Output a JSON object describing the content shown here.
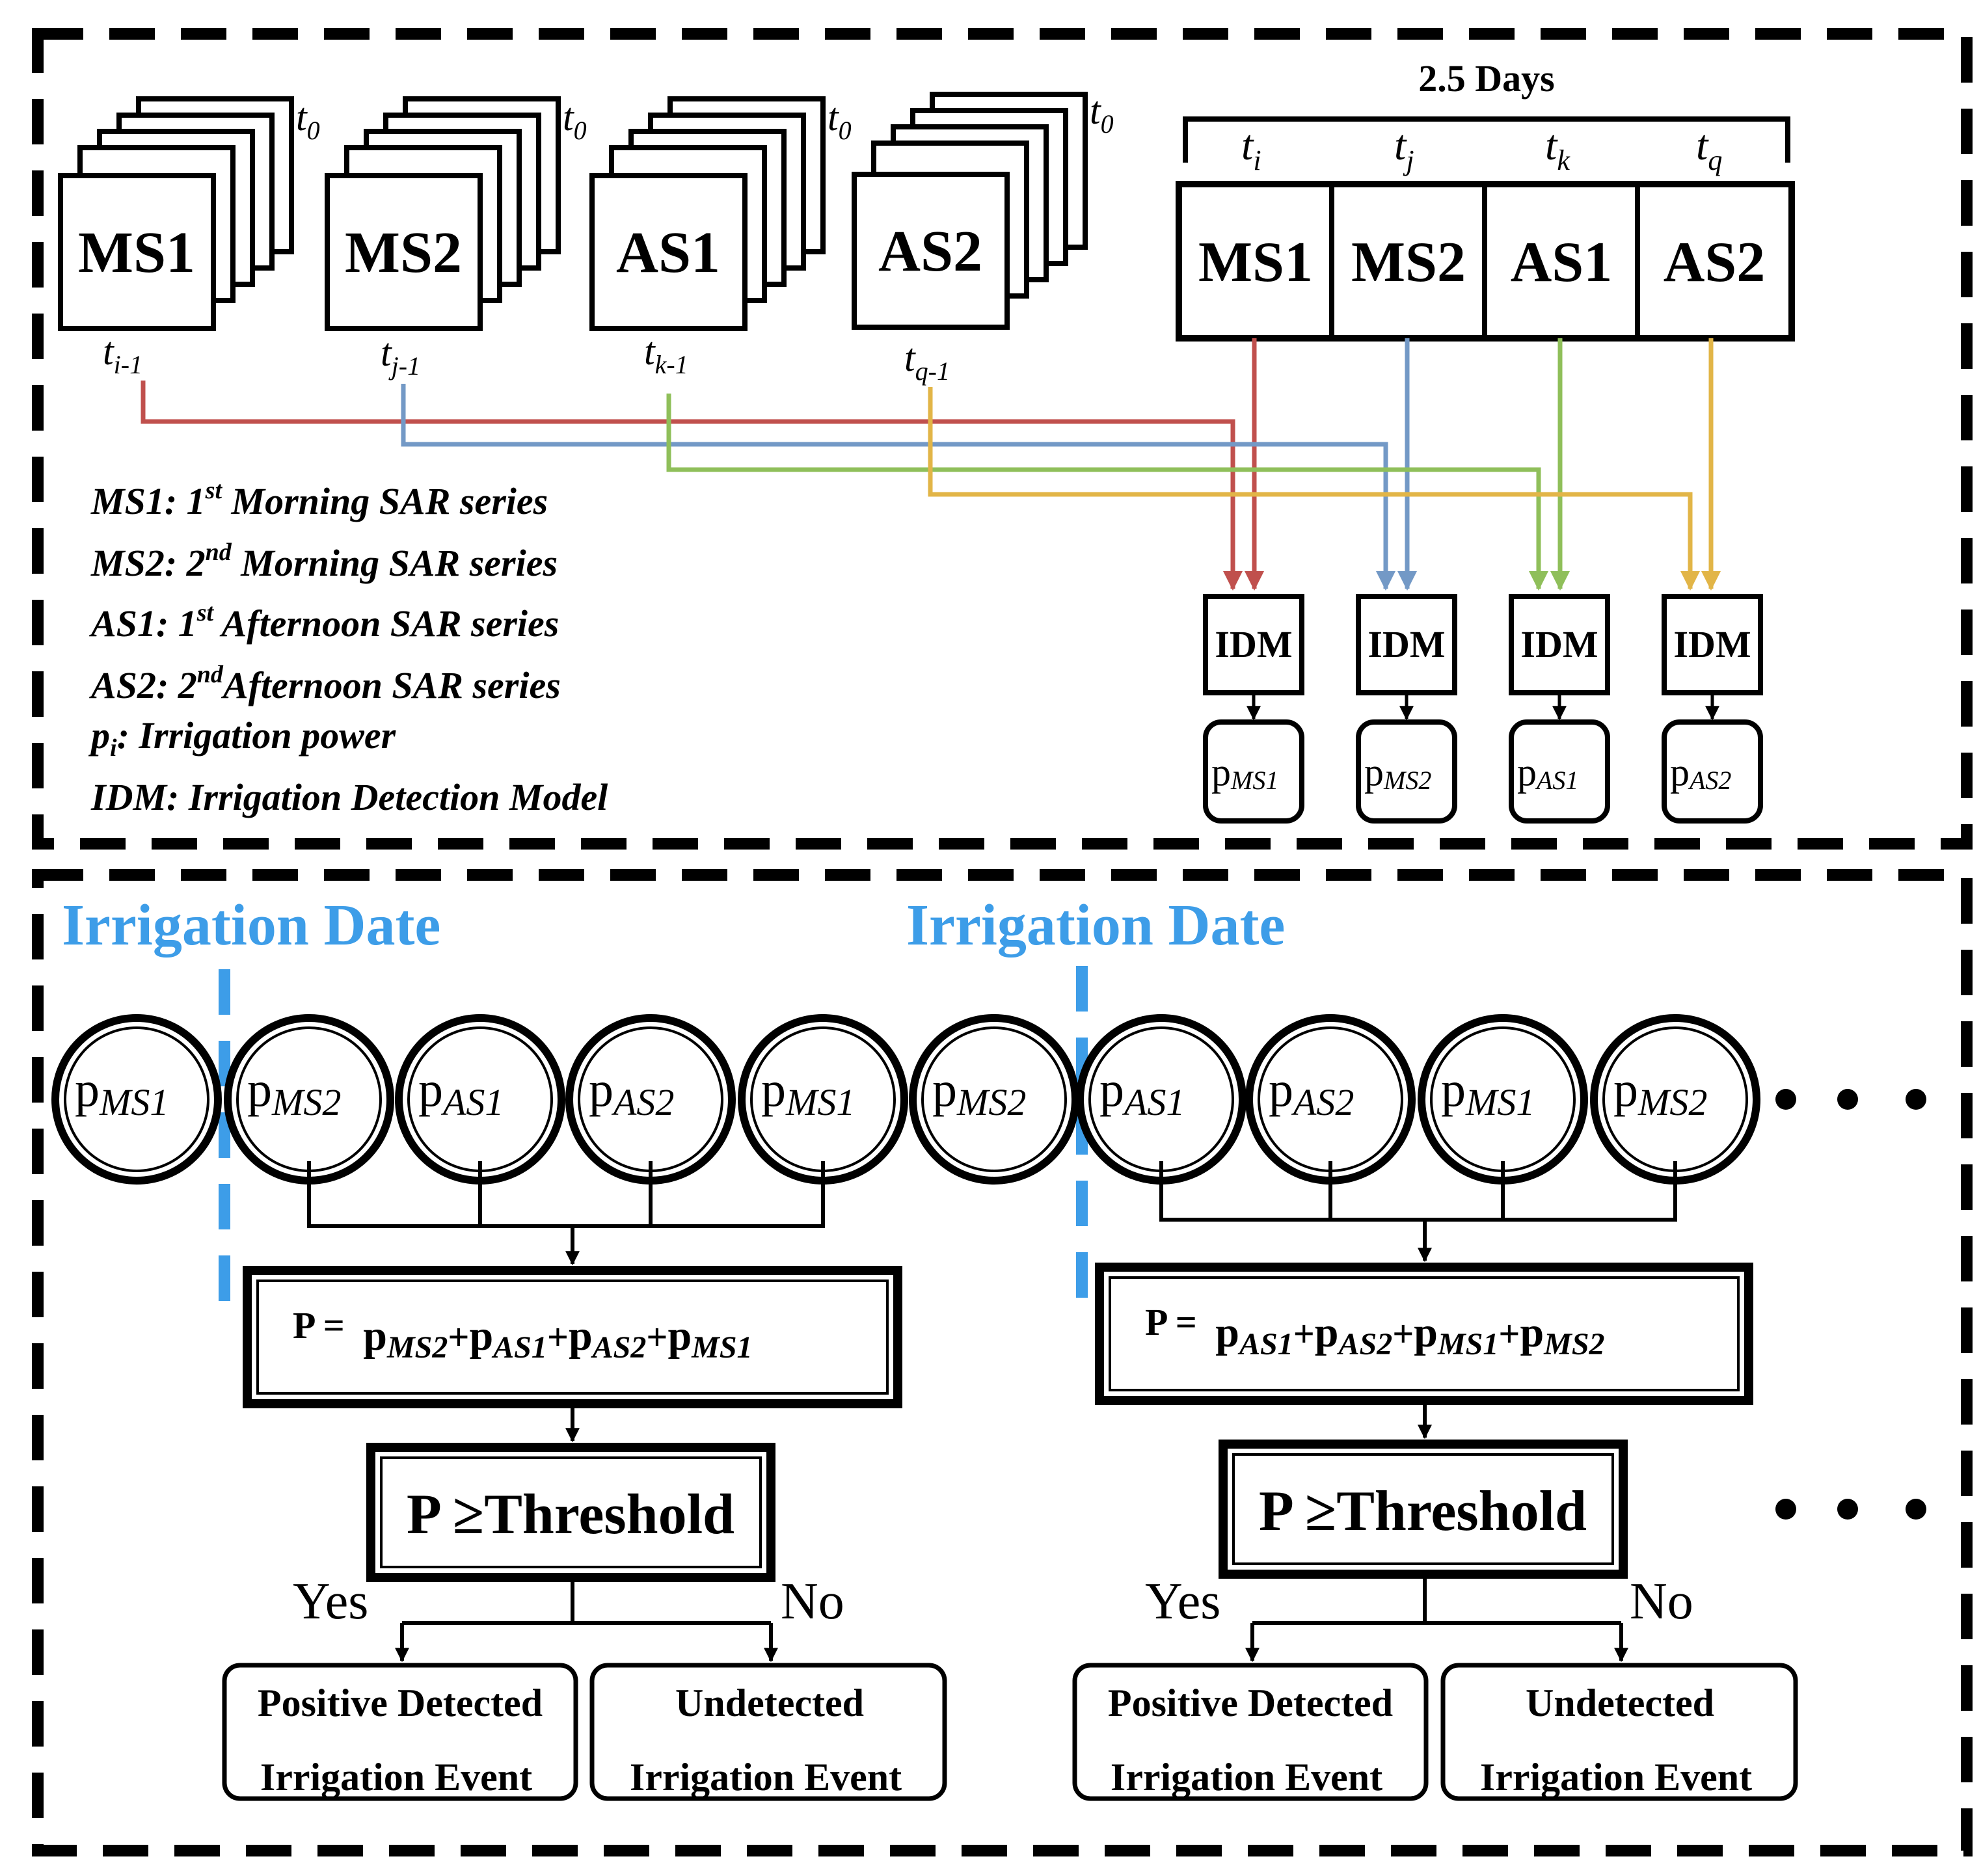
{
  "top": {
    "stacks": [
      {
        "label": "MS1",
        "t_top_base": "t",
        "t_top_sub": "0",
        "t_bottom_base": "t",
        "t_bottom_sub": "i-1"
      },
      {
        "label": "MS2",
        "t_top_base": "t",
        "t_top_sub": "0",
        "t_bottom_base": "t",
        "t_bottom_sub": "j-1"
      },
      {
        "label": "AS1",
        "t_top_base": "t",
        "t_top_sub": "0",
        "t_bottom_base": "t",
        "t_bottom_sub": "k-1"
      },
      {
        "label": "AS2",
        "t_top_base": "t",
        "t_top_sub": "0",
        "t_bottom_base": "t",
        "t_bottom_sub": "q-1"
      }
    ],
    "span_label": "2.5 Days",
    "timeline": [
      {
        "label": "MS1",
        "t_base": "t",
        "t_sub": "i"
      },
      {
        "label": "MS2",
        "t_base": "t",
        "t_sub": "j"
      },
      {
        "label": "AS1",
        "t_base": "t",
        "t_sub": "k"
      },
      {
        "label": "AS2",
        "t_base": "t",
        "t_sub": "q"
      }
    ],
    "idm_label": "IDM",
    "outputs": [
      {
        "base": "p",
        "sub": "MS1"
      },
      {
        "base": "p",
        "sub": "MS2"
      },
      {
        "base": "p",
        "sub": "AS1"
      },
      {
        "base": "p",
        "sub": "AS2"
      }
    ],
    "legend": [
      {
        "pre": "MS1:  1",
        "sup": "st",
        "post": " Morning SAR series"
      },
      {
        "pre": "MS2: 2",
        "sup": "nd",
        "post": " Morning SAR series"
      },
      {
        "pre": "AS1: 1",
        "sup": "st",
        "post": " Afternoon SAR series"
      },
      {
        "pre": "AS2: 2",
        "sup": "nd",
        "post": "Afternoon SAR series"
      },
      {
        "pre": "p",
        "sub": "i",
        "post": ": Irrigation power"
      },
      {
        "pre": "IDM: Irrigation Detection Model"
      }
    ],
    "colors": {
      "ms1": "#c0504d",
      "ms2": "#7399c6",
      "as1": "#8fbf5a",
      "as2": "#e2b547"
    }
  },
  "bottom": {
    "irrigation_date_label": "Irrigation Date",
    "irrigation_date_color": "#3d9de8",
    "circles": [
      {
        "base": "p",
        "sub": "MS1"
      },
      {
        "base": "p",
        "sub": "MS2"
      },
      {
        "base": "p",
        "sub": "AS1"
      },
      {
        "base": "p",
        "sub": "AS2"
      },
      {
        "base": "p",
        "sub": "MS1"
      },
      {
        "base": "p",
        "sub": "MS2"
      },
      {
        "base": "p",
        "sub": "AS1"
      },
      {
        "base": "p",
        "sub": "AS2"
      },
      {
        "base": "p",
        "sub": "MS1"
      },
      {
        "base": "p",
        "sub": "MS2"
      }
    ],
    "groups": [
      {
        "formula_lhs": "P = ",
        "formula_terms": [
          {
            "base": "p",
            "sub": "MS2"
          },
          {
            "base": "p",
            "sub": "AS1"
          },
          {
            "base": "p",
            "sub": "AS2"
          },
          {
            "base": "p",
            "sub": "MS1"
          }
        ],
        "threshold": "P ≥Threshold",
        "yes": "Yes",
        "no": "No",
        "positive": [
          "Positive Detected",
          "Irrigation Event"
        ],
        "undetected": [
          "Undetected",
          "Irrigation Event"
        ]
      },
      {
        "formula_lhs": "P = ",
        "formula_terms": [
          {
            "base": "p",
            "sub": "AS1"
          },
          {
            "base": "p",
            "sub": "AS2"
          },
          {
            "base": "p",
            "sub": "MS1"
          },
          {
            "base": "p",
            "sub": "MS2"
          }
        ],
        "threshold": "P ≥Threshold",
        "yes": "Yes",
        "no": "No",
        "positive": [
          "Positive Detected",
          "Irrigation Event"
        ],
        "undetected": [
          "Undetected",
          "Irrigation Event"
        ]
      }
    ],
    "plus": "+"
  }
}
